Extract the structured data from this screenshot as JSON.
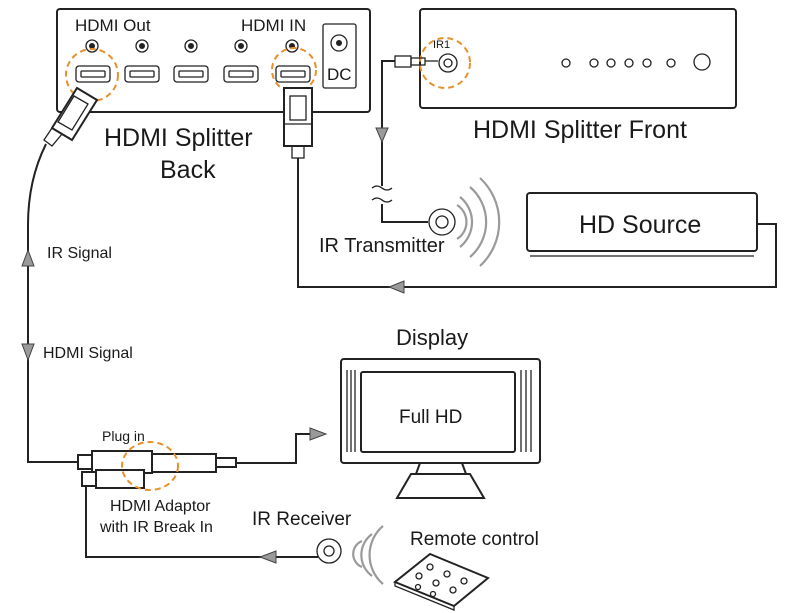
{
  "labels": {
    "hdmi_out": "HDMI Out",
    "hdmi_in": "HDMI IN",
    "dc": "DC",
    "ir1": "IR1",
    "splitter_back_1": "HDMI Splitter",
    "splitter_back_2": "Back",
    "splitter_front": "HDMI Splitter Front",
    "hd_source": "HD Source",
    "ir_transmitter": "IR Transmitter",
    "ir_signal": "IR Signal",
    "hdmi_signal": "HDMI Signal",
    "display": "Display",
    "full_hd": "Full HD",
    "plug_in": "Plug in",
    "adaptor_1": "HDMI Adaptor",
    "adaptor_2": "with IR Break In",
    "ir_receiver": "IR Receiver",
    "remote_control": "Remote control"
  },
  "colors": {
    "line": "#222222",
    "highlight": "#e8902c",
    "arrow": "#9a9a9a"
  }
}
